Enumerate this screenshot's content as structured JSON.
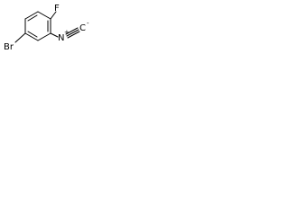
{
  "molecule": {
    "atoms": {
      "bromine": "Br",
      "fluorine": "F",
      "nitrogen": "N",
      "carbon": "C"
    },
    "charges": {
      "nitrogen": "+",
      "carbon": "-"
    }
  }
}
